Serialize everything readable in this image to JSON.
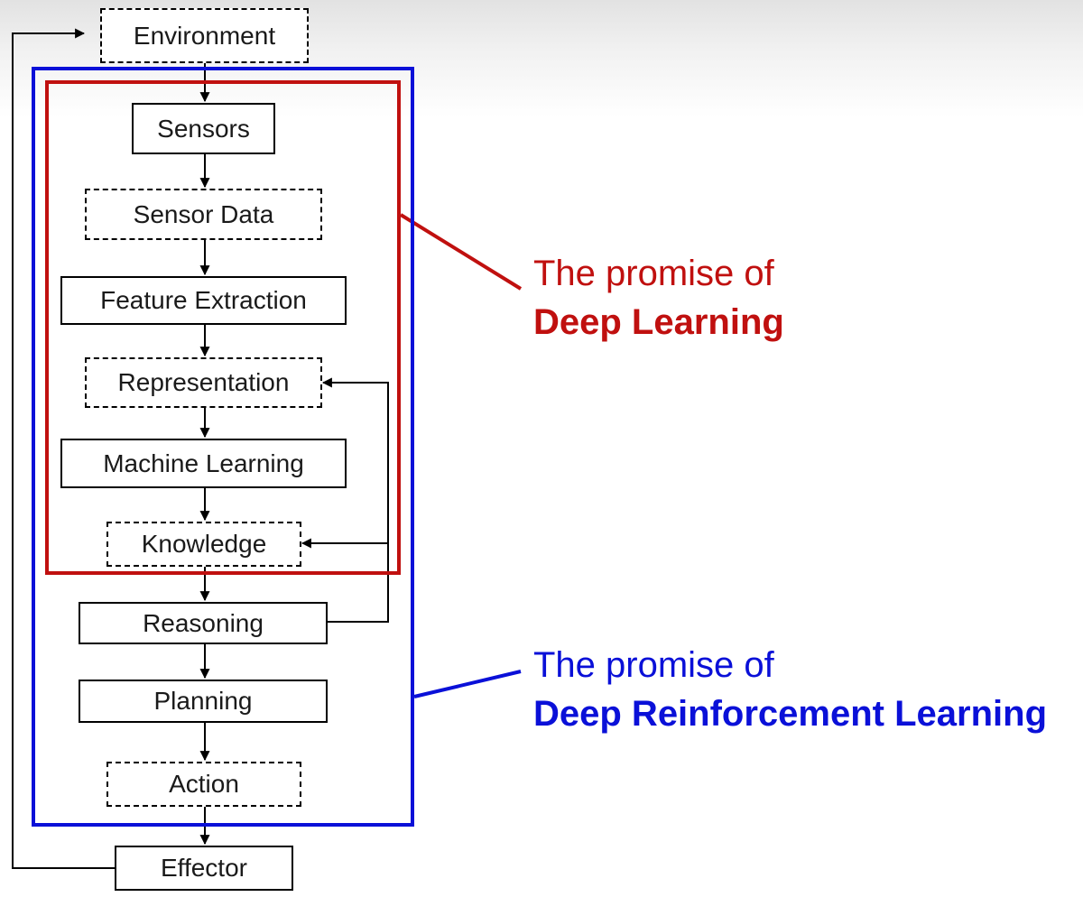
{
  "colors": {
    "deep_learning": "#c0100f",
    "deep_reinforcement_learning": "#0a10d8",
    "node_border": "#000000",
    "node_text": "#1a1a1a"
  },
  "nodes": {
    "environment": {
      "label": "Environment",
      "style": "dashed"
    },
    "sensors": {
      "label": "Sensors",
      "style": "solid"
    },
    "sensor_data": {
      "label": "Sensor Data",
      "style": "dashed"
    },
    "feature_extraction": {
      "label": "Feature Extraction",
      "style": "solid"
    },
    "representation": {
      "label": "Representation",
      "style": "dashed"
    },
    "machine_learning": {
      "label": "Machine Learning",
      "style": "solid"
    },
    "knowledge": {
      "label": "Knowledge",
      "style": "dashed"
    },
    "reasoning": {
      "label": "Reasoning",
      "style": "solid"
    },
    "planning": {
      "label": "Planning",
      "style": "solid"
    },
    "action": {
      "label": "Action",
      "style": "dashed"
    },
    "effector": {
      "label": "Effector",
      "style": "solid"
    }
  },
  "groups": {
    "deep_learning": {
      "line1": "The promise of",
      "line2": "Deep Learning",
      "members": [
        "sensors",
        "sensor_data",
        "feature_extraction",
        "representation",
        "machine_learning",
        "knowledge"
      ]
    },
    "deep_reinforcement_learning": {
      "line1": "The promise of",
      "line2": "Deep Reinforcement Learning",
      "members": [
        "sensors",
        "sensor_data",
        "feature_extraction",
        "representation",
        "machine_learning",
        "knowledge",
        "reasoning",
        "planning",
        "action"
      ]
    }
  },
  "edges": [
    {
      "from": "environment",
      "to": "sensors"
    },
    {
      "from": "sensors",
      "to": "sensor_data"
    },
    {
      "from": "sensor_data",
      "to": "feature_extraction"
    },
    {
      "from": "feature_extraction",
      "to": "representation"
    },
    {
      "from": "representation",
      "to": "machine_learning"
    },
    {
      "from": "machine_learning",
      "to": "knowledge"
    },
    {
      "from": "knowledge",
      "to": "reasoning"
    },
    {
      "from": "reasoning",
      "to": "planning"
    },
    {
      "from": "planning",
      "to": "action"
    },
    {
      "from": "action",
      "to": "effector"
    },
    {
      "from": "reasoning",
      "to": "representation"
    },
    {
      "from": "reasoning",
      "to": "knowledge"
    },
    {
      "from": "effector",
      "to": "environment"
    }
  ]
}
